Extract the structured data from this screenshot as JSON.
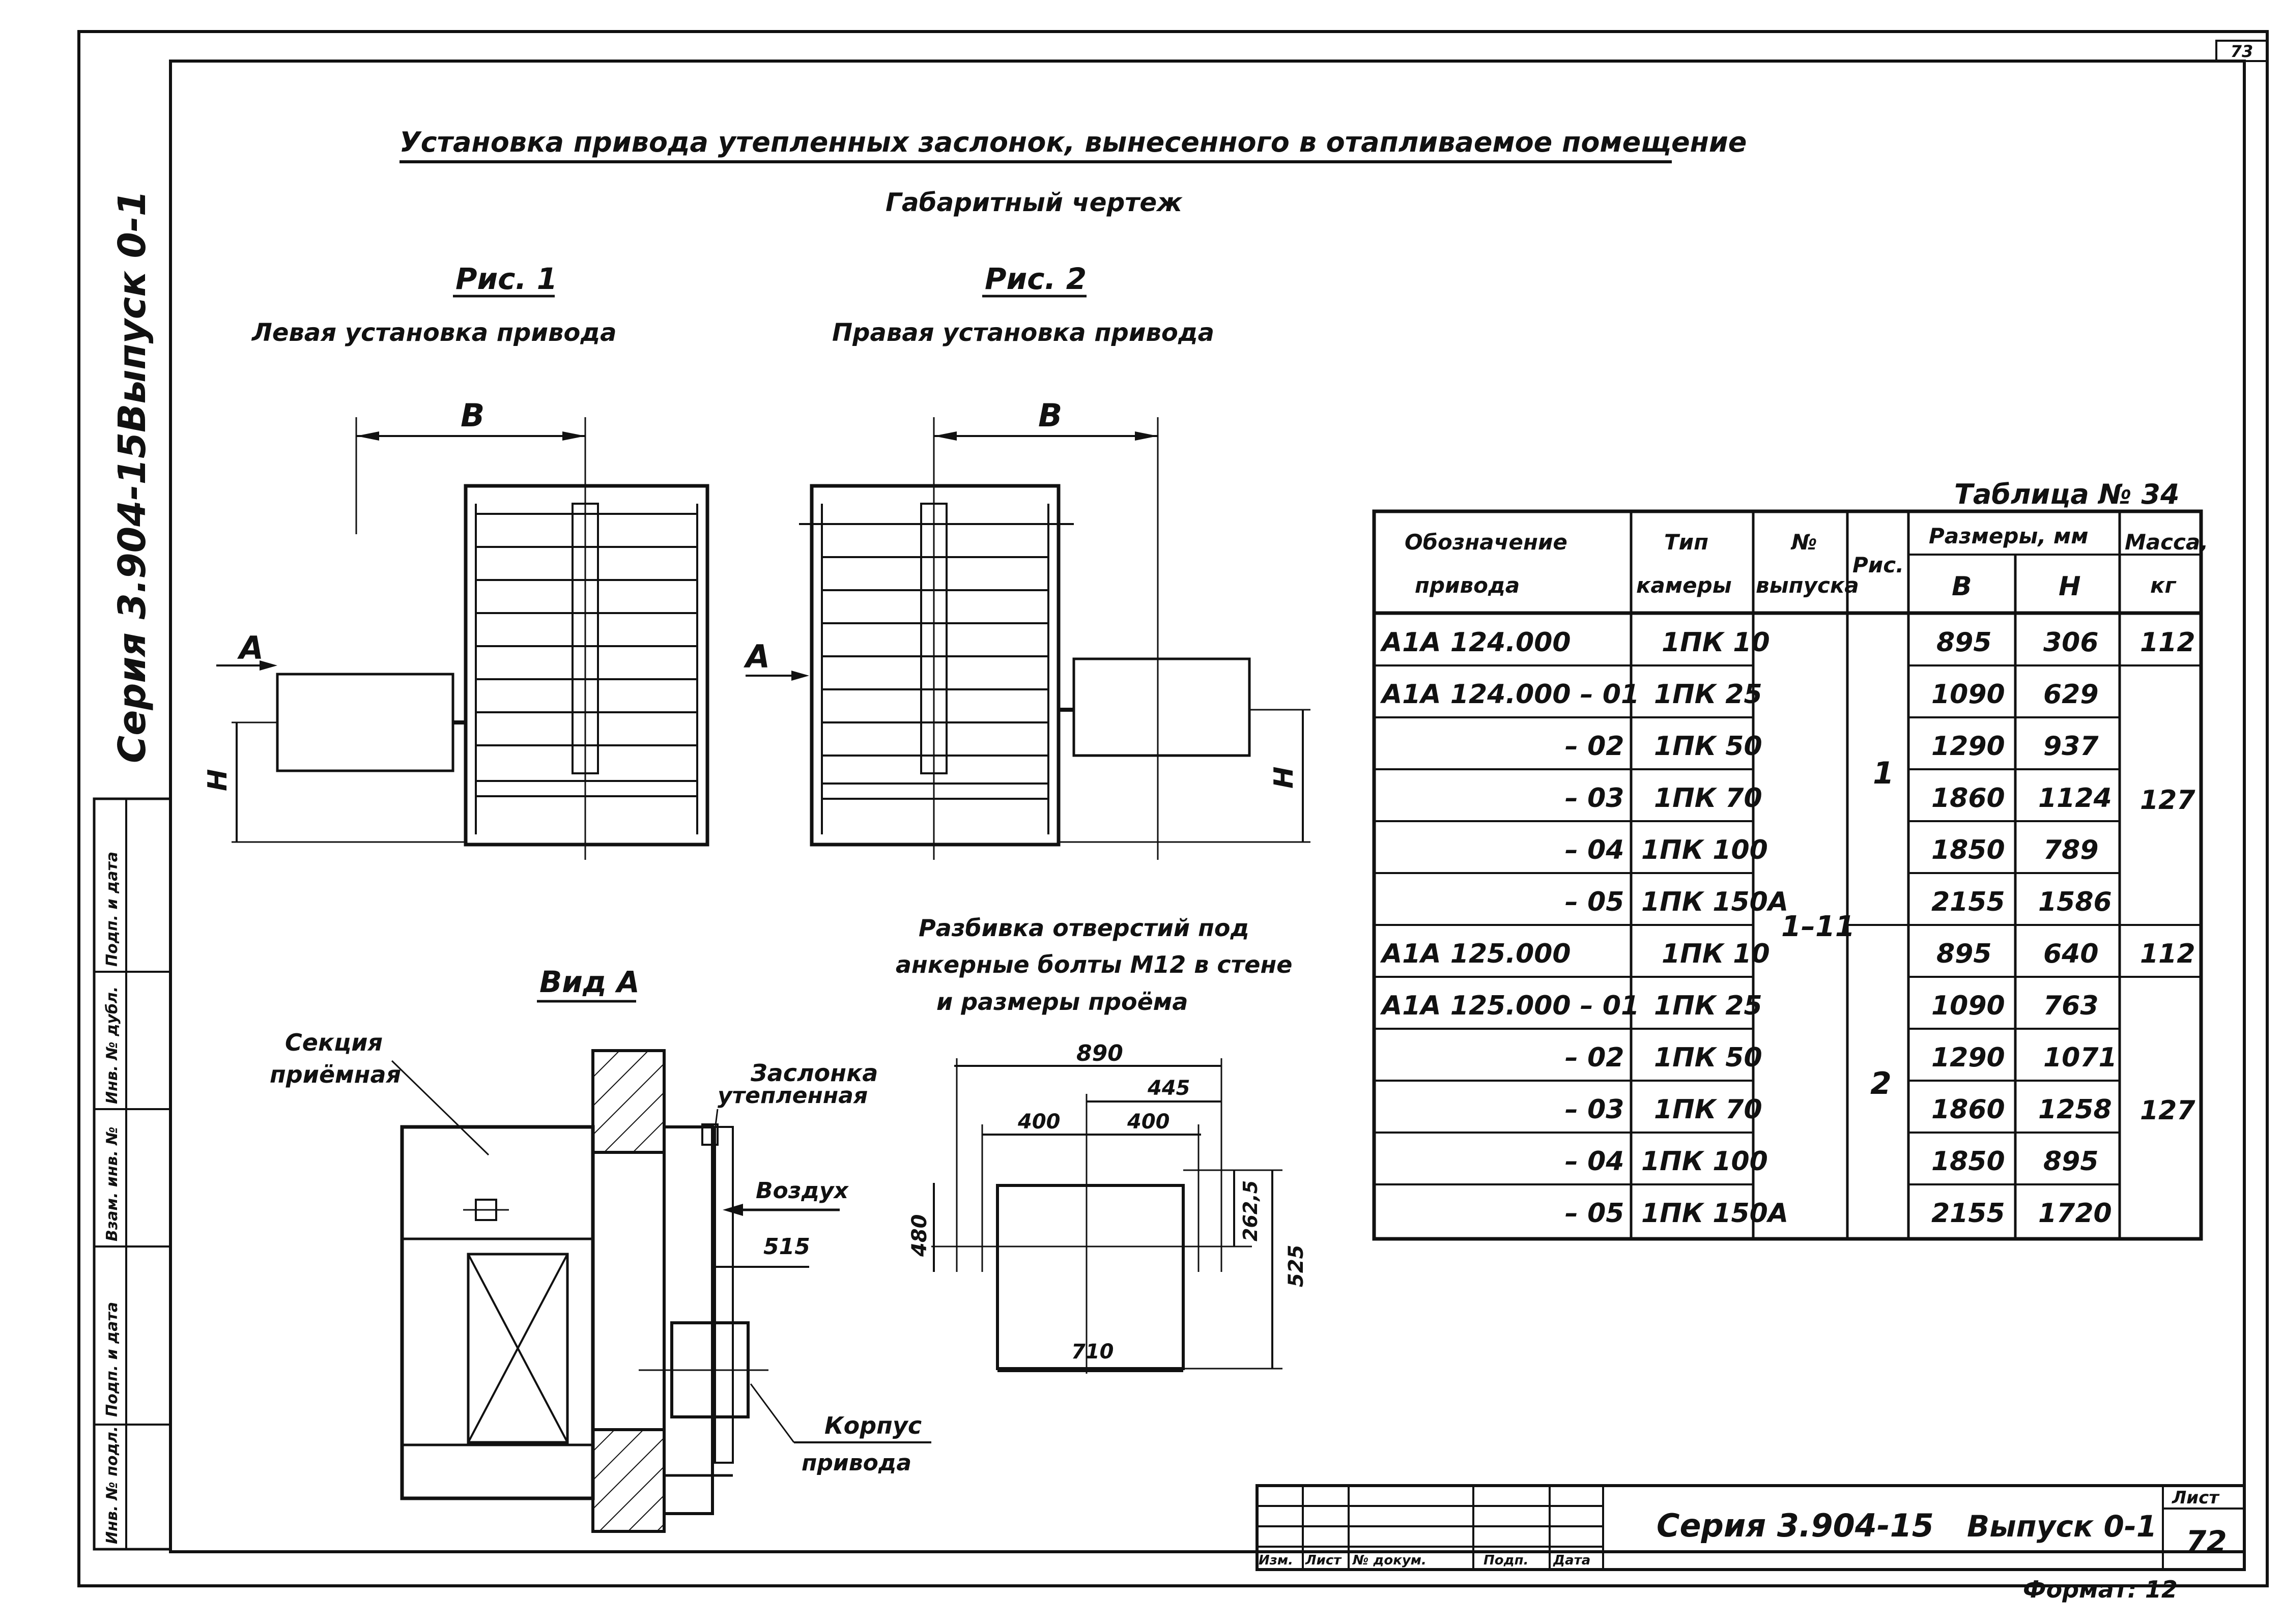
{
  "sheet_number_corner": "73",
  "title": "Установка привода утепленных заслонок, вынесенного в отапливаемое помещение",
  "subtitle": "Габаритный чертеж",
  "figures": {
    "fig1": {
      "label": "Рис. 1",
      "caption": "Левая установка привода",
      "dim_b": "В",
      "dim_h": "Н",
      "arrow_a": "А"
    },
    "fig2": {
      "label": "Рис. 2",
      "caption": "Правая установка привода",
      "dim_b": "В",
      "dim_h": "Н",
      "arrow_a": "А"
    },
    "view_a": {
      "label": "Вид А",
      "section_label_1": "Секция",
      "section_label_2": "приёмная",
      "damper_label_1": "Заслонка",
      "damper_label_2": "утепленная",
      "air_label": "Воздух",
      "dim_515": "515",
      "body_label_1": "Корпус",
      "body_label_2": "привода"
    },
    "holes": {
      "caption_line1": "Разбивка отверстий под",
      "caption_line2": "анкерные болты М12 в стене",
      "caption_line3": "и размеры проёма",
      "dim_890": "890",
      "dim_445": "445",
      "dim_400a": "400",
      "dim_400b": "400",
      "dim_480": "480",
      "dim_262": "262,5",
      "dim_525": "525",
      "dim_710": "710"
    }
  },
  "side_stamp": {
    "series": "Серия 3.904-15",
    "issue": "Выпуск 0-1",
    "cells": [
      "Инв. № подл.",
      "Подп. и дата",
      "Взам. инв. №",
      "Инв. № дубл.",
      "Подп. и дата"
    ]
  },
  "table": {
    "title": "Таблица № 34",
    "headers": {
      "designation_1": "Обозначение",
      "designation_2": "привода",
      "camera_type_1": "Тип",
      "camera_type_2": "камеры",
      "issue_1": "№",
      "issue_2": "выпуска",
      "fig": "Рис.",
      "dimensions": "Размеры, мм",
      "b": "В",
      "h": "Н",
      "mass_1": "Масса,",
      "mass_2": "кг"
    },
    "rows": [
      {
        "designation": "А1А 124.000",
        "camera": "1ПК 10",
        "b": "895",
        "h": "306"
      },
      {
        "designation": "А1А 124.000 – 01",
        "camera": "1ПК 25",
        "b": "1090",
        "h": "629"
      },
      {
        "designation": "– 02",
        "camera": "1ПК 50",
        "b": "1290",
        "h": "937"
      },
      {
        "designation": "– 03",
        "camera": "1ПК 70",
        "b": "1860",
        "h": "1124"
      },
      {
        "designation": "– 04",
        "camera": "1ПК 100",
        "b": "1850",
        "h": "789"
      },
      {
        "designation": "– 05",
        "camera": "1ПК 150А",
        "b": "2155",
        "h": "1586"
      },
      {
        "designation": "А1А 125.000",
        "camera": "1ПК 10",
        "b": "895",
        "h": "640"
      },
      {
        "designation": "А1А 125.000 – 01",
        "camera": "1ПК 25",
        "b": "1090",
        "h": "763"
      },
      {
        "designation": "– 02",
        "camera": "1ПК 50",
        "b": "1290",
        "h": "1071"
      },
      {
        "designation": "– 03",
        "camera": "1ПК 70",
        "b": "1860",
        "h": "1258"
      },
      {
        "designation": "– 04",
        "camera": "1ПК 100",
        "b": "1850",
        "h": "895"
      },
      {
        "designation": "– 05",
        "camera": "1ПК 150А",
        "b": "2155",
        "h": "1720"
      }
    ],
    "merged": {
      "issue": "1–11",
      "fig1": "1",
      "fig2": "2",
      "mass_a1": "112",
      "mass_a2": "127",
      "mass_b1": "112",
      "mass_b2": "127"
    }
  },
  "title_block": {
    "cols": [
      "Изм.",
      "Лист",
      "№ докум.",
      "Подп.",
      "Дата"
    ],
    "series": "Серия 3.904-15",
    "issue": "Выпуск 0-1",
    "sheet_label": "Лист",
    "sheet_number": "72",
    "format": "Формат: 12"
  }
}
